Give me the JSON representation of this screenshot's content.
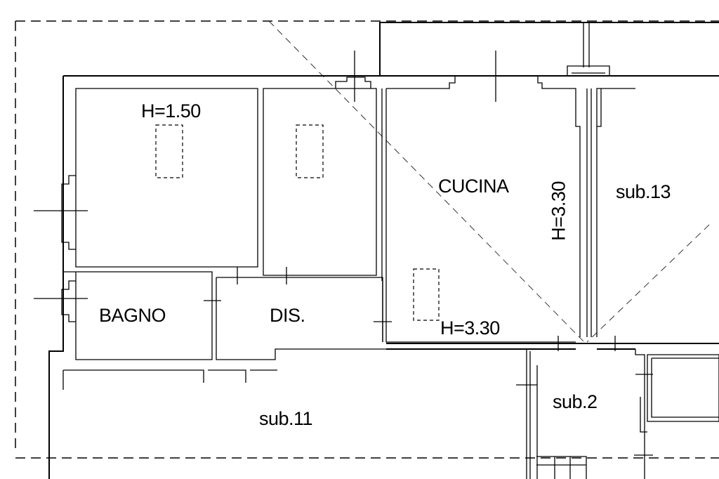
{
  "labels": {
    "room1_height": "H=1.50",
    "kitchen": "CUCINA",
    "kitchen_height_vertical": "H=3.30",
    "kitchen_height": "H=3.30",
    "sub13": "sub.13",
    "bathroom": "BAGNO",
    "hallway": "DIS.",
    "sub11": "sub.11",
    "sub2": "sub.2"
  }
}
